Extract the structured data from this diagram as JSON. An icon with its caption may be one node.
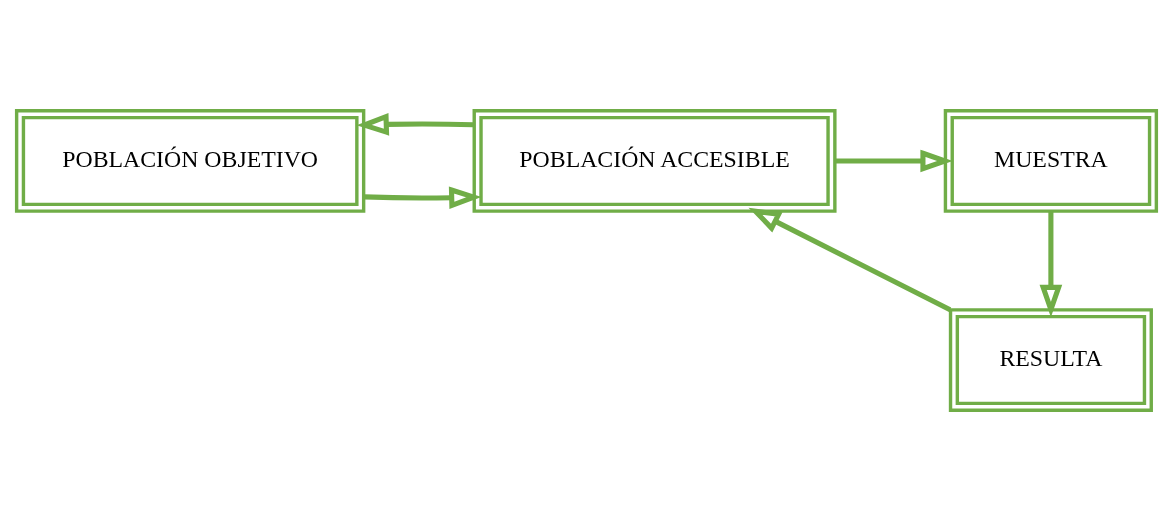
{
  "diagram": {
    "nodes": [
      {
        "text": [
          "POBLACIÓN OBJETIVO"
        ]
      },
      {
        "text": [
          "POBLACIÓN ACCESIBLE"
        ]
      },
      {
        "text": [
          "MUESTRA"
        ]
      },
      {
        "text": [
          "RESULTA"
        ]
      }
    ],
    "edges": [
      {
        "from": 0,
        "to": 1,
        "arrow": "to"
      },
      {
        "from": 1,
        "to": 2,
        "arrow": "to"
      },
      {
        "from": 2,
        "to": 3,
        "arrow": "to"
      },
      {
        "from": 3,
        "to": 1,
        "arrow": "to"
      },
      {
        "from": 1,
        "to": 0,
        "arrow": "to"
      }
    ]
  }
}
